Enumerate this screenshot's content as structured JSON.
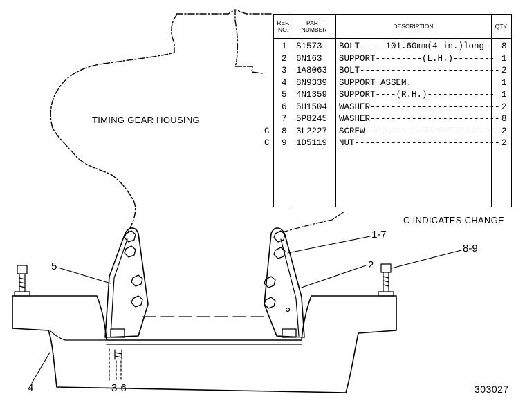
{
  "labels": {
    "housing": "TIMING GEAR HOUSING",
    "change_note": "C INDICATES CHANGE",
    "drawing_number": "303027"
  },
  "table": {
    "headers": {
      "ref_no": [
        "REF.",
        "NO."
      ],
      "part_number": [
        "PART",
        "NUMBER"
      ],
      "description": "DESCRIPTION",
      "qty": "QTY."
    },
    "rows": [
      {
        "change": "",
        "ref": "1",
        "part": "S1573",
        "desc": "BOLT-----101.60mm(4 in.)long---",
        "qty": "8"
      },
      {
        "change": "",
        "ref": "2",
        "part": "6N163",
        "desc": "SUPPORT---------(L.H.)--------",
        "qty": "1"
      },
      {
        "change": "",
        "ref": "3",
        "part": "1A8063",
        "desc": "BOLT---------------------------",
        "qty": "2"
      },
      {
        "change": "",
        "ref": "4",
        "part": "8N9339",
        "desc": "SUPPORT ASSEM.",
        "qty": "1"
      },
      {
        "change": "",
        "ref": "5",
        "part": "4N1359",
        "desc": "SUPPORT----(R.H.)-------------",
        "qty": "1"
      },
      {
        "change": "",
        "ref": "6",
        "part": "5H1504",
        "desc": "WASHER-------------------------",
        "qty": "2"
      },
      {
        "change": "",
        "ref": "7",
        "part": "5P8245",
        "desc": "WASHER-------------------------",
        "qty": "8"
      },
      {
        "change": "C",
        "ref": "8",
        "part": "3L2227",
        "desc": "SCREW--------------------------",
        "qty": "2"
      },
      {
        "change": "C",
        "ref": "9",
        "part": "1D5119",
        "desc": "NUT----------------------------",
        "qty": "2"
      }
    ]
  },
  "callouts": {
    "c1": "1-7",
    "c2": "2",
    "c3": "3-6",
    "c4": "4",
    "c5": "5",
    "c8": "8-9"
  }
}
